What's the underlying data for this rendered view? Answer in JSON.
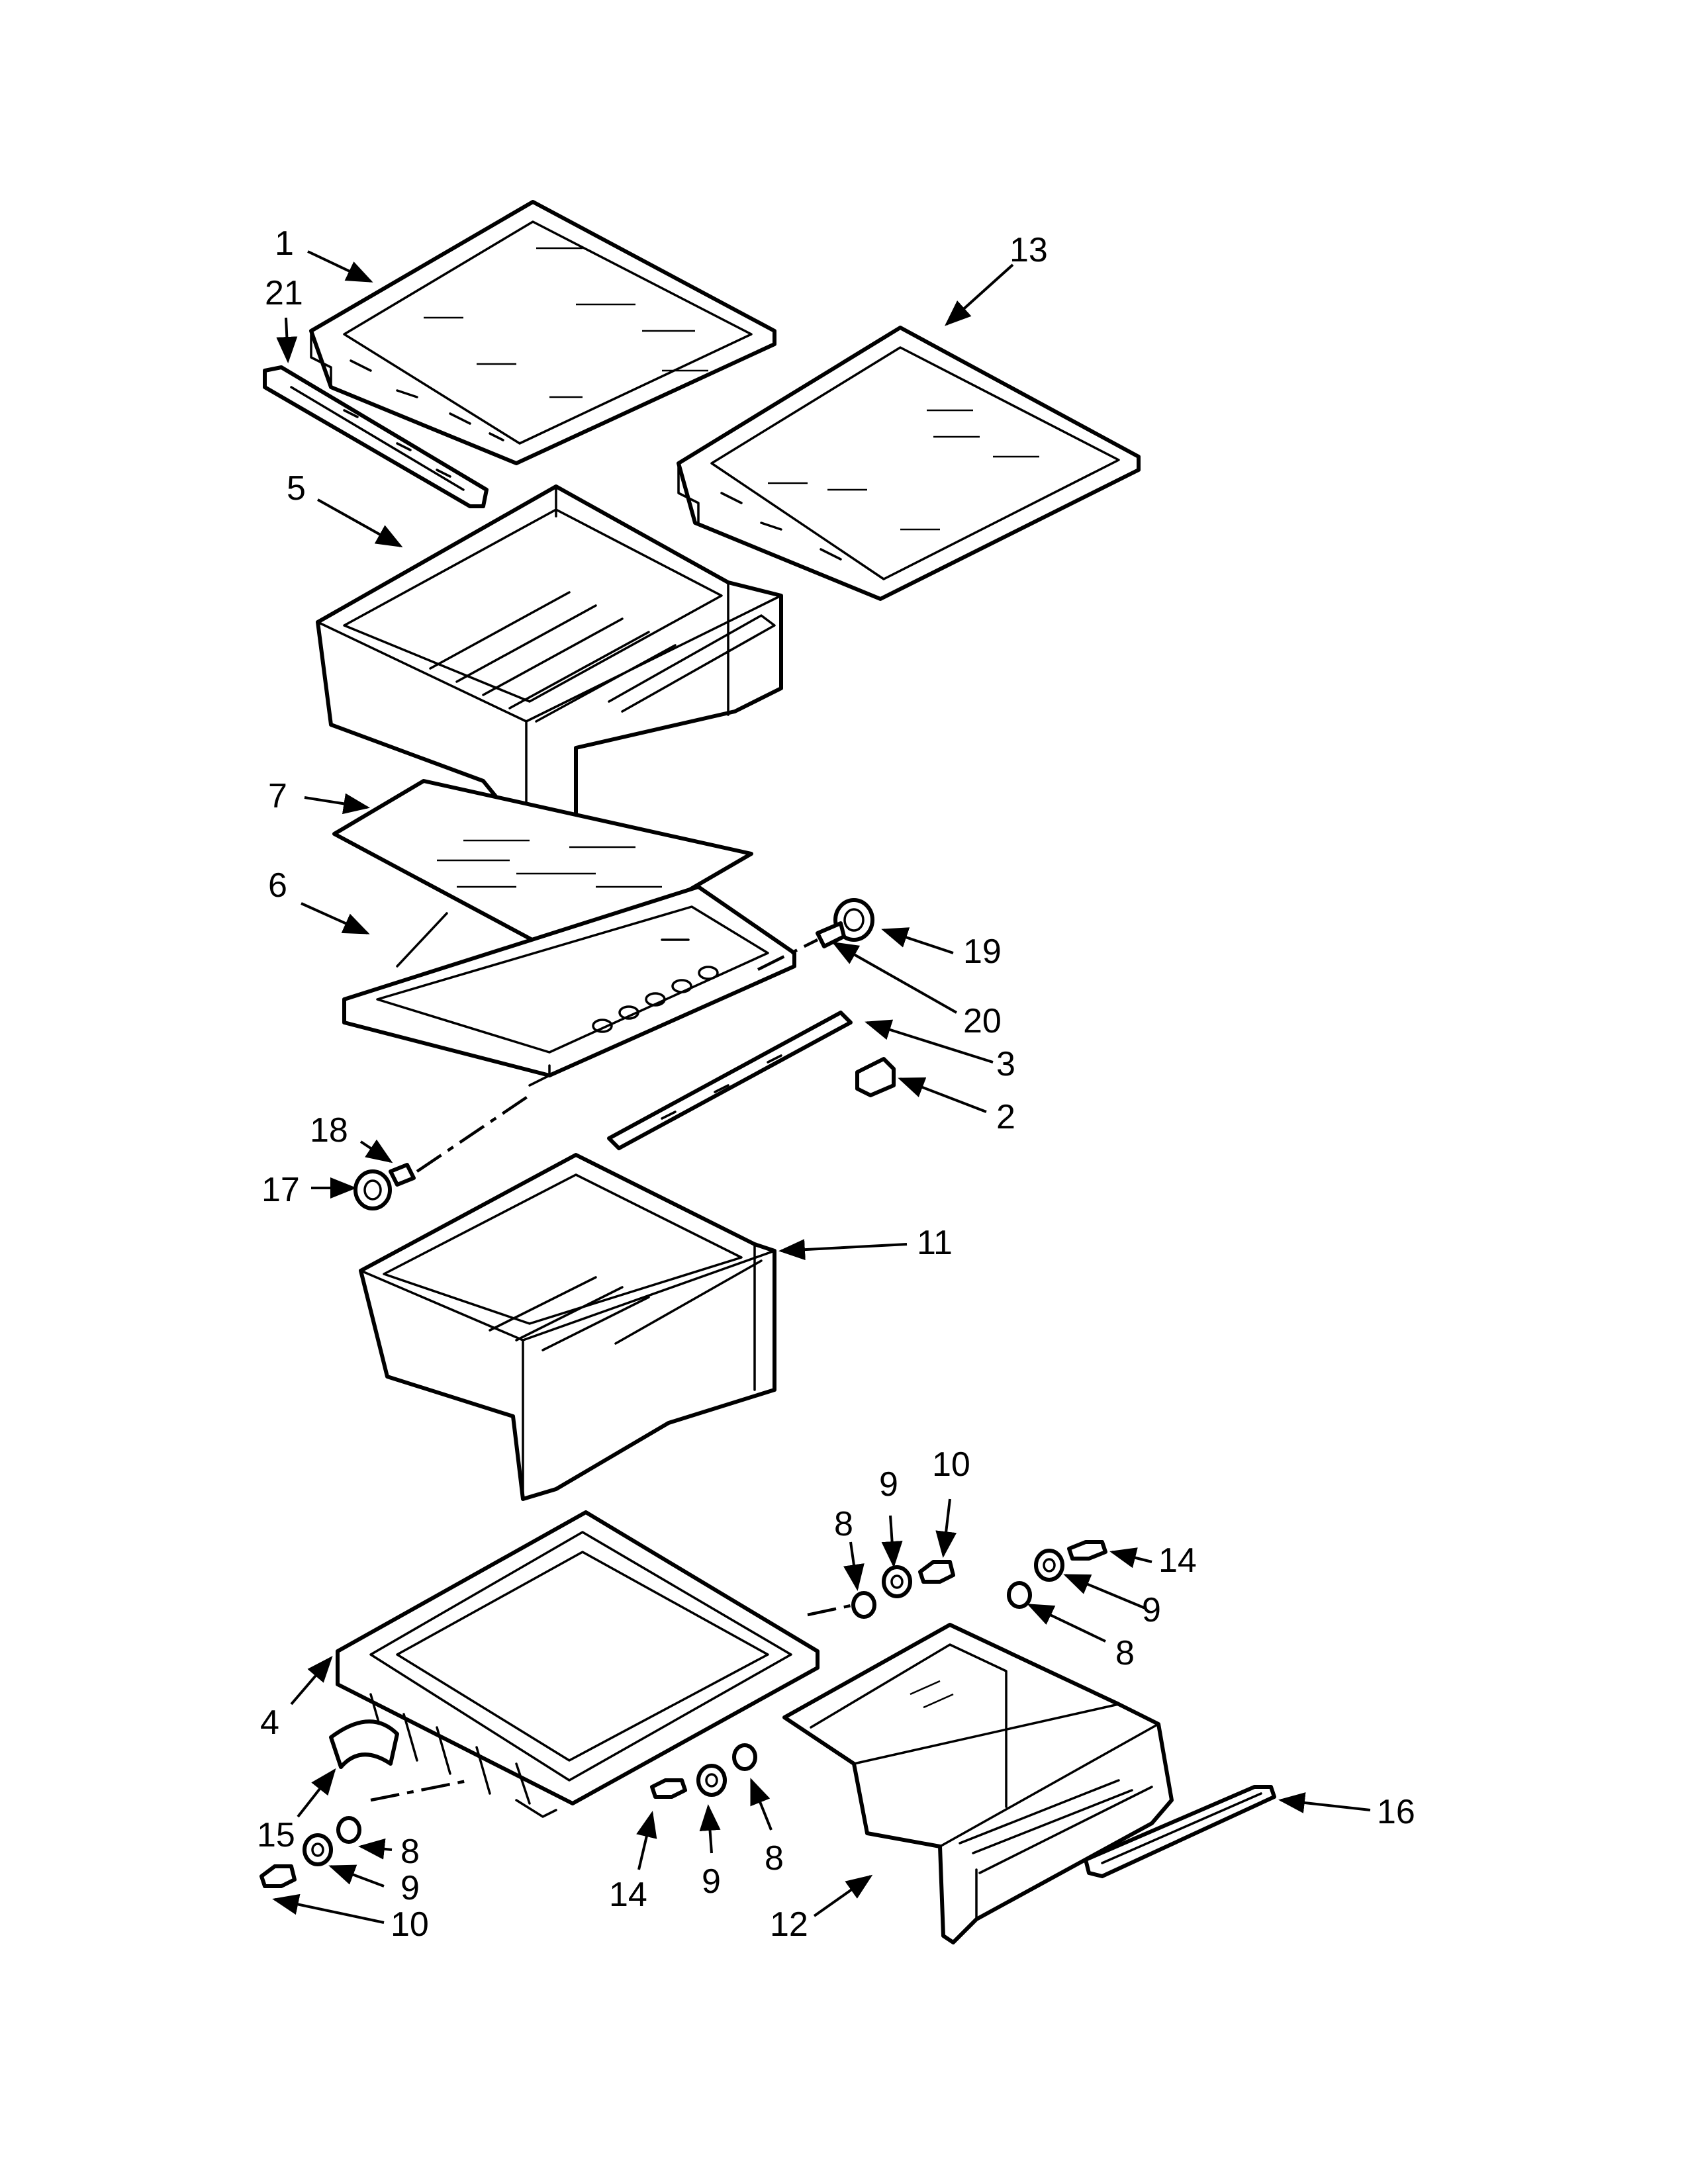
{
  "callouts": [
    {
      "id": "c1",
      "label": "1"
    },
    {
      "id": "c13",
      "label": "13"
    },
    {
      "id": "c21",
      "label": "21"
    },
    {
      "id": "c5",
      "label": "5"
    },
    {
      "id": "c7",
      "label": "7"
    },
    {
      "id": "c6",
      "label": "6"
    },
    {
      "id": "c19",
      "label": "19"
    },
    {
      "id": "c20",
      "label": "20"
    },
    {
      "id": "c3",
      "label": "3"
    },
    {
      "id": "c2",
      "label": "2"
    },
    {
      "id": "c18",
      "label": "18"
    },
    {
      "id": "c17",
      "label": "17"
    },
    {
      "id": "c11",
      "label": "11"
    },
    {
      "id": "c8a",
      "label": "8"
    },
    {
      "id": "c9a",
      "label": "9"
    },
    {
      "id": "c10a",
      "label": "10"
    },
    {
      "id": "c14a",
      "label": "14"
    },
    {
      "id": "c9b",
      "label": "9"
    },
    {
      "id": "c8b",
      "label": "8"
    },
    {
      "id": "c4",
      "label": "4"
    },
    {
      "id": "c15",
      "label": "15"
    },
    {
      "id": "c8c",
      "label": "8"
    },
    {
      "id": "c9c",
      "label": "9"
    },
    {
      "id": "c10b",
      "label": "10"
    },
    {
      "id": "c14b",
      "label": "14"
    },
    {
      "id": "c9d",
      "label": "9"
    },
    {
      "id": "c8d",
      "label": "8"
    },
    {
      "id": "c12",
      "label": "12"
    },
    {
      "id": "c16",
      "label": "16"
    }
  ]
}
